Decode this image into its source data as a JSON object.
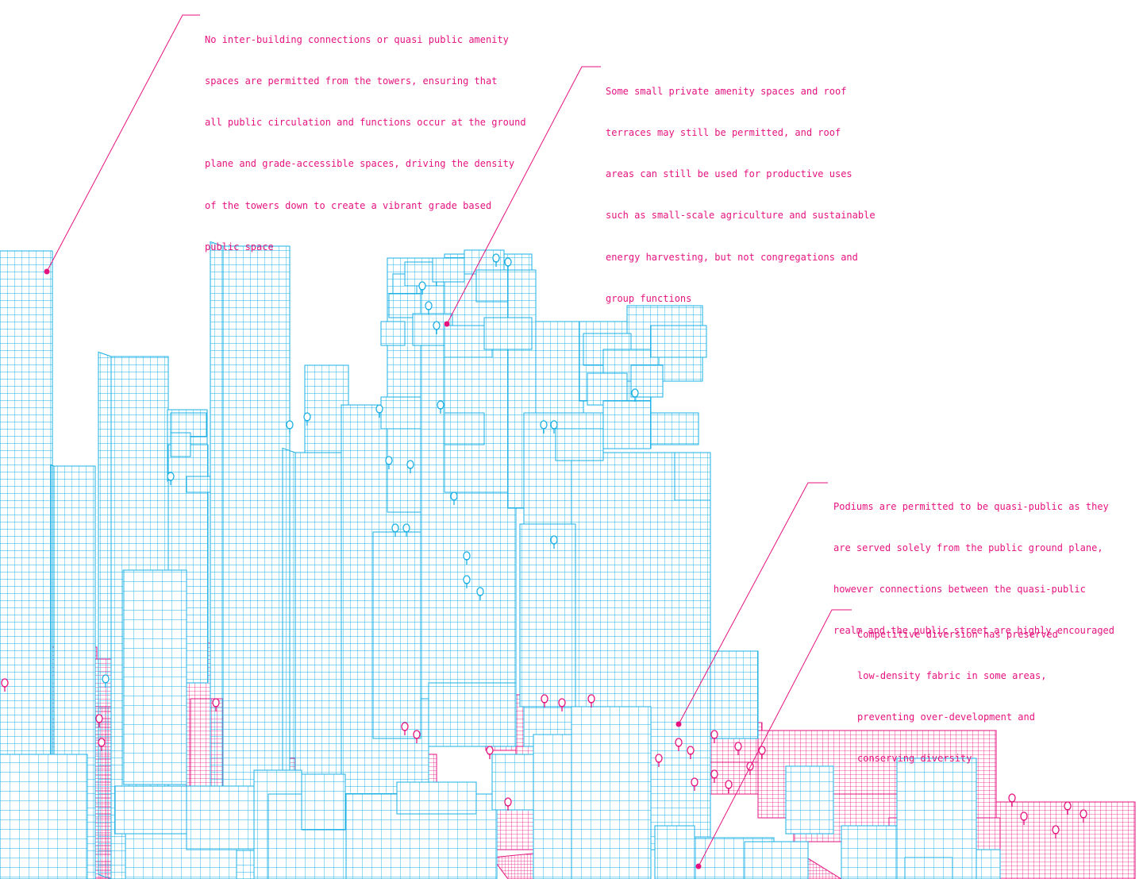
{
  "annotations": [
    {
      "id": "towers",
      "lines": [
        "No inter-building connections or quasi public amenity",
        "spaces are permitted from the towers, ensuring that",
        "all public circulation and functions occur at the ground",
        "plane and grade-accessible spaces, driving the density",
        "of the towers down to create a vibrant grade based",
        "public space"
      ]
    },
    {
      "id": "roofs",
      "lines": [
        "Some small private amenity spaces and roof",
        "terraces may still be permitted, and roof",
        "areas can still be used for productive uses",
        "such as small-scale agriculture and sustainable",
        "energy harvesting, but not congregations and",
        "group functions"
      ]
    },
    {
      "id": "podiums",
      "lines": [
        "Podiums are permitted to be quasi-public as they",
        "are served solely from the public ground plane,",
        "however connections between the quasi-public",
        "realm and the public street are highly encouraged"
      ]
    },
    {
      "id": "low-density",
      "lines": [
        "Competitive diversion has preserved",
        "low-density fabric in some areas,",
        "preventing over-development and",
        "conserving diversity"
      ]
    }
  ],
  "colors": {
    "tower_wireframe": "#1ab0e4",
    "podium_wireframe": "#e6127f",
    "annotation": "#e6127f",
    "background": "#ffffff"
  },
  "icons": [
    "tree-icon"
  ]
}
